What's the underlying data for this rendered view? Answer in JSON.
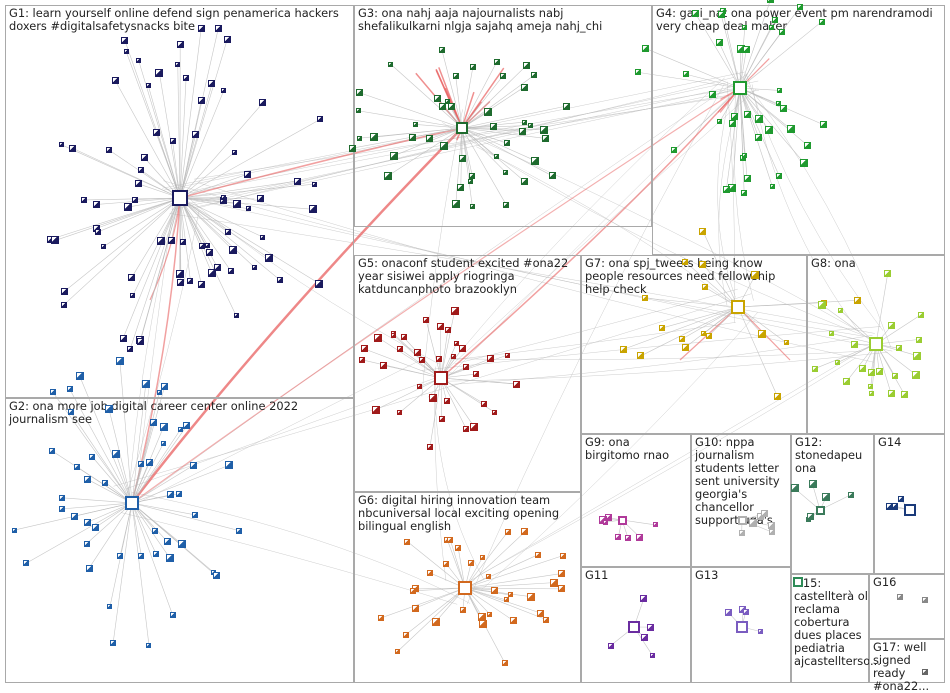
{
  "groups": [
    {
      "id": "G1",
      "label": "G1: learn yourself online defend sign penamerica hackers doxers #digitalsafetysnacks bite"
    },
    {
      "id": "G2",
      "label": "G2: ona more job digital career center online 2022 journalism see"
    },
    {
      "id": "G3",
      "label": "G3: ona nahj aaja najournalists nabj shefalikulkarni nlgja sajahq ameja nahj_chi"
    },
    {
      "id": "G4",
      "label": "G4: gasi_nat ona power event pm narendramodi very cheap deal maker"
    },
    {
      "id": "G5",
      "label": "G5: onaconf student excited #ona22 year sisiwei apply riogringa katduncanphoto brazooklyn"
    },
    {
      "id": "G6",
      "label": "G6: digital hiring innovation team nbcuniversal local exciting opening bilingual english"
    },
    {
      "id": "G7",
      "label": "G7: ona spj_tweets being know people resources need fellowship help check"
    },
    {
      "id": "G8",
      "label": "G8: ona"
    },
    {
      "id": "G9",
      "label": "G9: ona birgitomo rnao"
    },
    {
      "id": "G10",
      "label": "G10: nppa journalism students letter sent university georgia's chancellor support uga's"
    },
    {
      "id": "G11",
      "label": "G11"
    },
    {
      "id": "G12",
      "label": "G12: stonedapeu ona"
    },
    {
      "id": "G13",
      "label": "G13"
    },
    {
      "id": "G14",
      "label": "G14"
    },
    {
      "id": "G15",
      "label": "G15: castellterà ol reclama cobertura dues places pediatria ajcastellterso..."
    },
    {
      "id": "G16",
      "label": "G16"
    },
    {
      "id": "G17",
      "label": "G17: well signed ready #ona22..."
    }
  ],
  "colors": {
    "G1": "#1a1a5e",
    "G2": "#1f5fa8",
    "G3": "#1e6b2e",
    "G4": "#1f9a2f",
    "G5": "#a01a1a",
    "G6": "#d2691e",
    "G7": "#c9a400",
    "G8": "#9acd32",
    "G9": "#b03a9a",
    "G10": "#b0b0b0",
    "G11": "#6a2ca0",
    "G12": "#3a7a5a",
    "G13": "#7a5cc0",
    "G14": "#1a3a7a",
    "G15": "#2e8b57",
    "G16": "#888888",
    "G17": "#666666",
    "edge": "#b8b8b8",
    "edge_strong": "#e86060"
  }
}
